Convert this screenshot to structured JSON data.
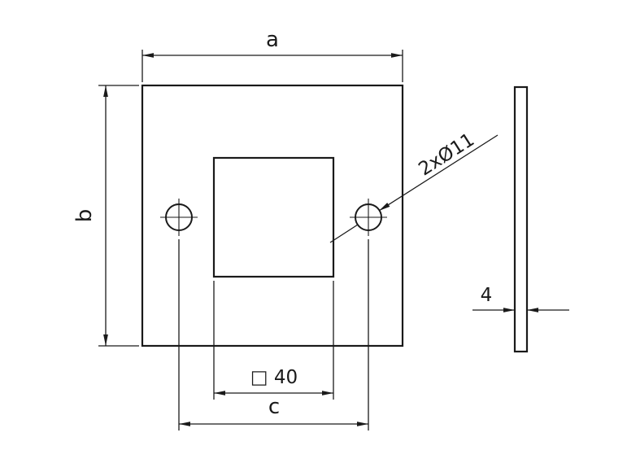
{
  "drawing": {
    "type": "technical-drawing",
    "views": {
      "front": "square plate with central square cutout and two round holes",
      "side": "plate thickness profile"
    },
    "labels": {
      "width": "a",
      "height": "b",
      "hole_spacing": "c",
      "square_cutout": "□ 40",
      "holes_callout": "2xØ11",
      "thickness": "4"
    },
    "colors": {
      "line": "#1a1a1a",
      "background": "#ffffff"
    }
  }
}
